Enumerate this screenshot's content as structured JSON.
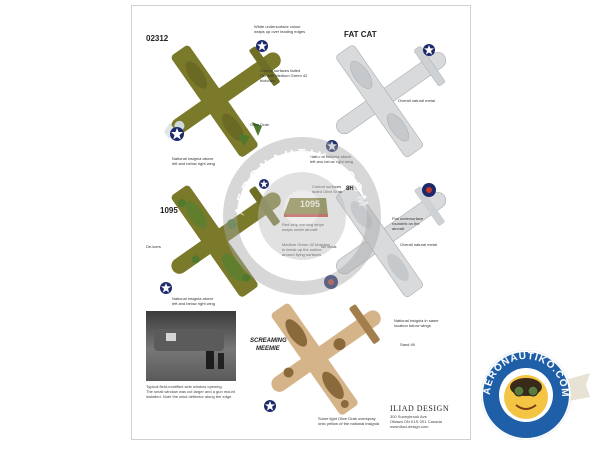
{
  "sheet": {
    "serial_1": "02312",
    "fat_cat": "FAT CAT",
    "serial_2": "1095",
    "tail_1095": "1095",
    "code_8h": "8H",
    "screaming": "SCREAMING",
    "meemie": "MEEMIE",
    "brand_title": "ILIAD DESIGN",
    "brand_address": "300 Sunnybrook Ave",
    "brand_city": "Ottawa ON K1S 0S1 Canada",
    "brand_web": "www.iliad-design.com"
  },
  "notes": {
    "n1": "White undersurface colour",
    "n1b": "wraps up over leading edges",
    "n2": "Control surfaces faded",
    "n2b": "OD with Medium Green 42",
    "n2c": "blotches",
    "n3": "Olive Drab",
    "n4": "Overall natural metal",
    "n5": "National insignia above",
    "n5b": "left and below right wing",
    "n6": "National insignia above",
    "n6b": "left and below right wing",
    "n7": "Control surfaces",
    "n7b": "faded Olive Drab",
    "n8": "Red strip warning stripe",
    "n8b": "wraps under aircraft",
    "n9": "De-icers",
    "n10": "Medium Green 42 blotches",
    "n10b": "to break up the outline",
    "n10c": "around flying surfaces",
    "n11": "Tail stack",
    "n12": "Flat undersurface",
    "n12b": "roundels on the",
    "n12c": "aircraft",
    "n13": "Overall natural metal",
    "n14": "National insignia above",
    "n14b": "left and below right wing",
    "n15": "National insignia in same",
    "n15b": "location below wings",
    "n16": "Sand 49",
    "n17": "Typical field-modified side window opening.",
    "n17b": "The small window was cut larger and a gun mount",
    "n17c": "installed. Note the wind deflector along the edge.",
    "n18": "Some light Olive Drab overspray",
    "n18b": "onto yellow of the national insignia"
  },
  "watermark": {
    "text": "AERONAUTIKO.COM"
  },
  "logo": {
    "text": "AERONAUTIKO.COM"
  },
  "colors": {
    "olive_drab": "#7a7a2a",
    "medium_green": "#4f7a2e",
    "natural_metal": "#d8dadc",
    "sand": "#d6b48a",
    "brown": "#8a6a3a",
    "insignia_blue": "#1c2a6b",
    "roundel_red": "#c0392b",
    "logo_blue": "#1f5fa8"
  }
}
